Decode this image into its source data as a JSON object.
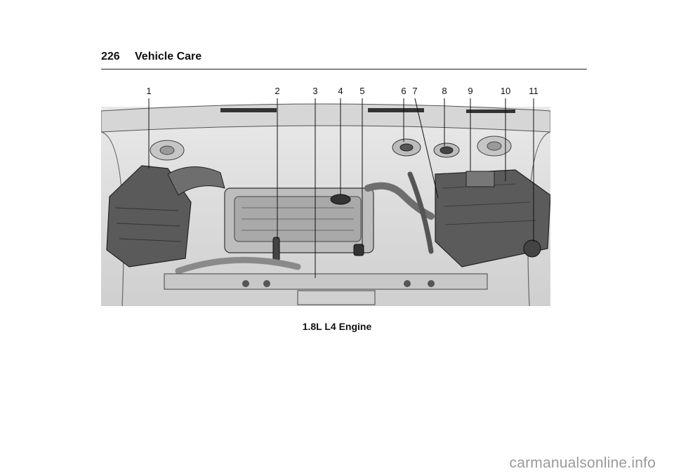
{
  "header": {
    "page_number": "226",
    "section_title": "Vehicle Care"
  },
  "figure": {
    "callouts": [
      "1",
      "2",
      "3",
      "4",
      "5",
      "6",
      "7",
      "8",
      "9",
      "10",
      "11"
    ],
    "caption": "1.8L L4 Engine"
  },
  "watermark": "carmanualsonline.info"
}
